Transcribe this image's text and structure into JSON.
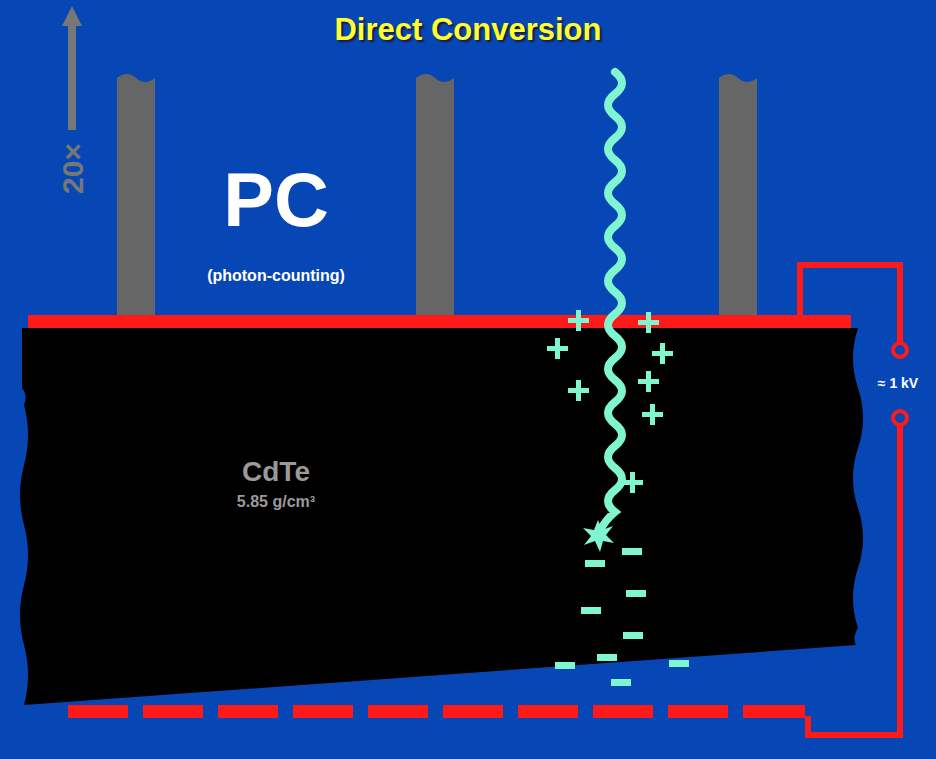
{
  "diagram": {
    "title": "Direct Conversion",
    "nodes": [
      {
        "text": [
          "CdTe",
          "5.85 g/cm³"
        ]
      }
    ],
    "labels": [
      "20×",
      "PC",
      "(photon-counting)",
      "≈ 1 kV"
    ]
  }
}
